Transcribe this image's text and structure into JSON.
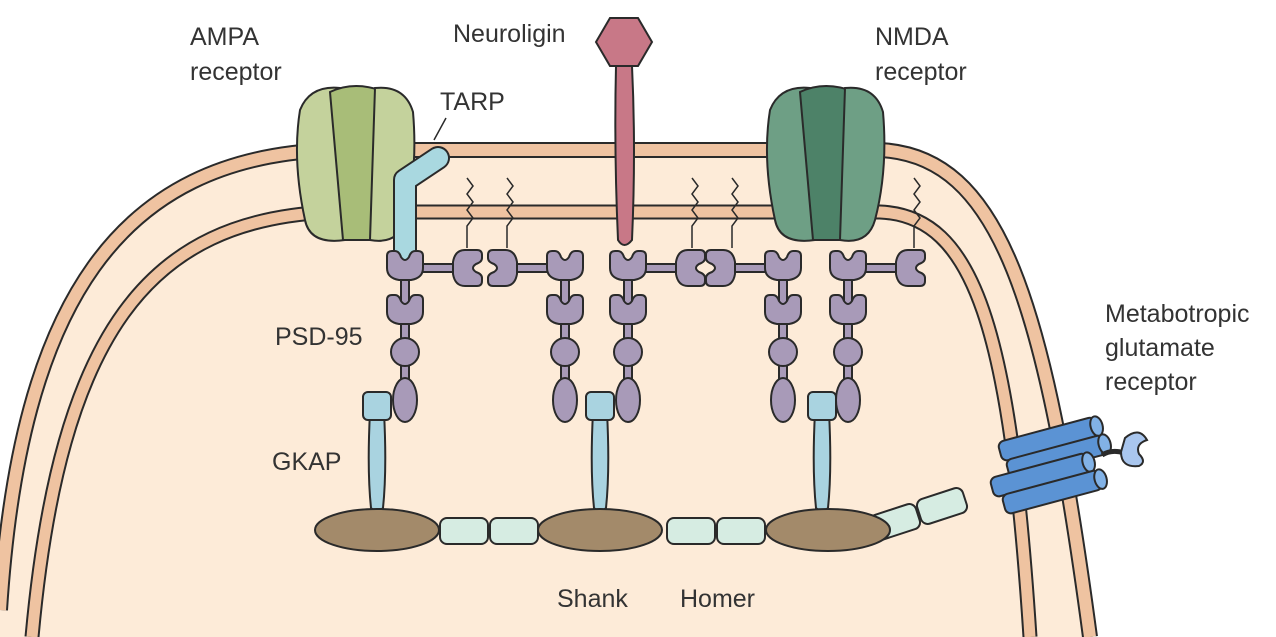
{
  "labels": {
    "ampa_line1": "AMPA",
    "ampa_line2": "receptor",
    "tarp": "TARP",
    "neuroligin": "Neuroligin",
    "nmda_line1": "NMDA",
    "nmda_line2": "receptor",
    "mglur_line1": "Metabotropic",
    "mglur_line2": "glutamate",
    "mglur_line3": "receptor",
    "psd95": "PSD-95",
    "gkap": "GKAP",
    "shank": "Shank",
    "homer": "Homer"
  },
  "colors": {
    "membrane": "#efc3a1",
    "cytoplasm": "#fdebd8",
    "ampa": "#b5c68a",
    "nmda": "#5e9478",
    "neuroligin": "#c87887",
    "tarp": "#a9d8e0",
    "psd95": "#a89ab8",
    "gkap": "#a9d3e0",
    "shank": "#a38a6a",
    "homer": "#d6ece2",
    "mglur": "#5b93d4"
  }
}
